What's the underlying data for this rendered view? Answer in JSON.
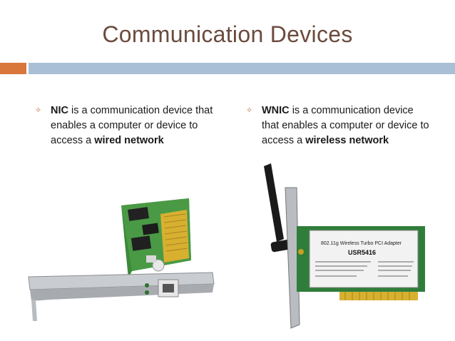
{
  "slide": {
    "title": "Communication Devices"
  },
  "left_bullet": {
    "term": "NIC",
    "text_1": " is a communication device that enables a computer or device to access a ",
    "emphasis": "wired network"
  },
  "right_bullet": {
    "term": "WNIC",
    "text_1": " is a communication device that enables a computer or device to access a ",
    "emphasis": "wireless network"
  },
  "wnic_label": {
    "line1": "802.11g Wireless Turbo PCI Adapter",
    "line2": "USR5416"
  },
  "colors": {
    "title": "#6b4b3e",
    "accent_orange": "#d9763a",
    "accent_blue": "#a9bfd6",
    "pcb_green": "#3a8a3a"
  }
}
